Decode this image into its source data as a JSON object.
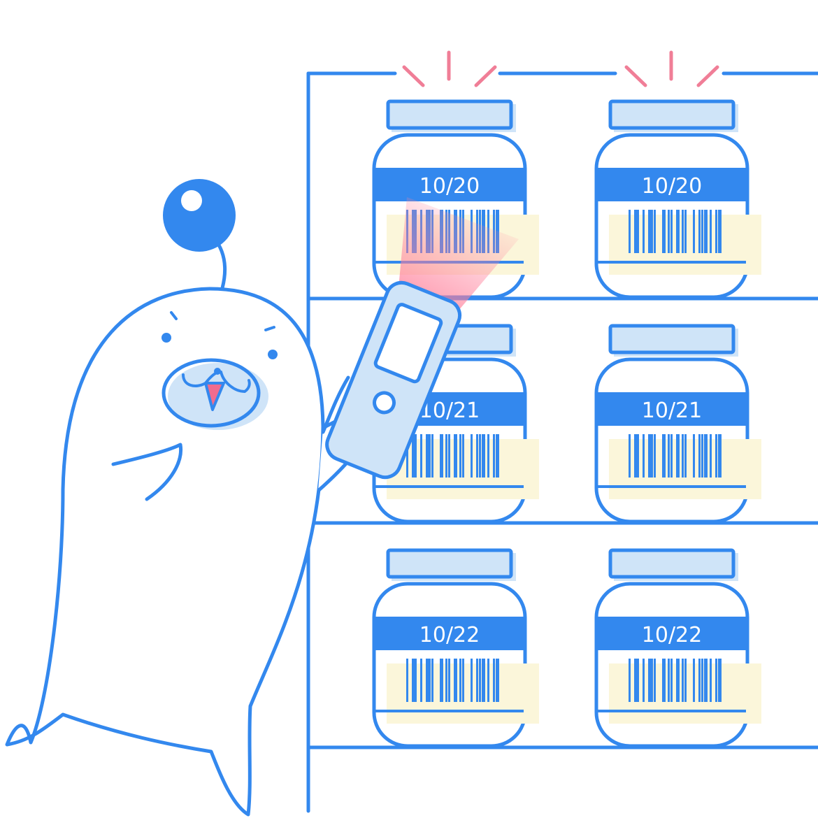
{
  "palette": {
    "line_blue": "#3388ee",
    "light_blue": "#cfe4f8",
    "label_cream": "#fbf6da",
    "beam_pink": "#ff7f9a",
    "sparkle_pink": "#f07e97",
    "tongue_pink": "#f06c8e",
    "white": "#ffffff"
  },
  "shelf": {
    "rows": [
      {
        "jars": [
          {
            "date": "10/20",
            "highlighted": true
          },
          {
            "date": "10/20",
            "highlighted": true
          }
        ]
      },
      {
        "jars": [
          {
            "date": "10/21",
            "highlighted": false
          },
          {
            "date": "10/21",
            "highlighted": false
          }
        ]
      },
      {
        "jars": [
          {
            "date": "10/22",
            "highlighted": false
          },
          {
            "date": "10/22",
            "highlighted": false
          }
        ]
      }
    ]
  },
  "icons": {
    "character": "seal-mascot-icon",
    "scanner": "barcode-scanner-icon",
    "barcode": "barcode-icon",
    "sparkle": "sparkle-icon",
    "antenna": "antenna-ball-icon"
  }
}
